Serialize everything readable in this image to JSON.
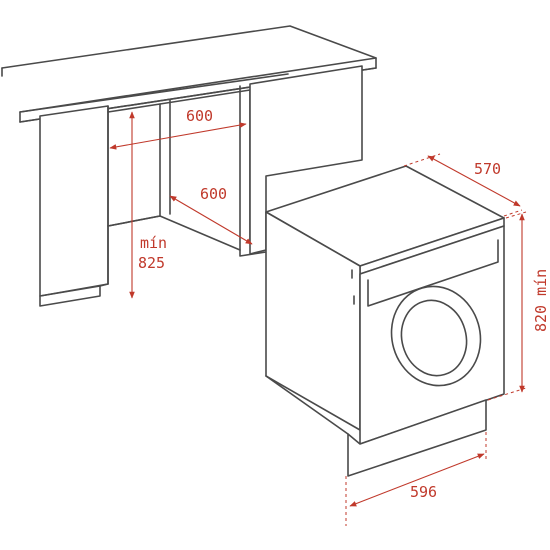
{
  "dimensions": {
    "cabinet_width": "600",
    "cabinet_depth": "600",
    "min_height_label": "mín",
    "min_height_value": "825",
    "machine_depth": "570",
    "machine_height": "820 mín",
    "machine_width": "596"
  },
  "colors": {
    "outline": "#4a4a4a",
    "dimension": "#c0392b",
    "background": "#ffffff"
  }
}
